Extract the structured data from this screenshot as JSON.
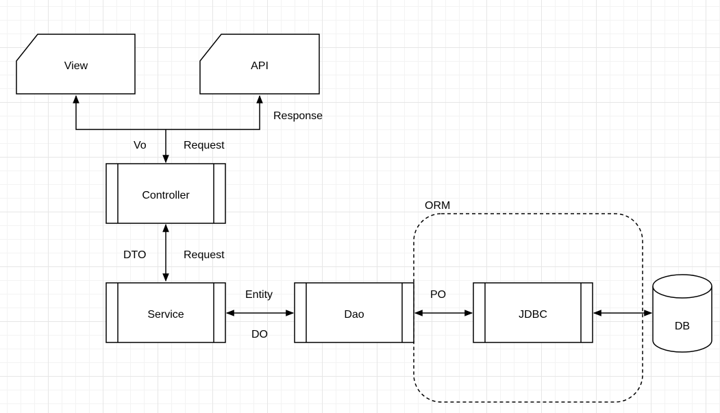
{
  "nodes": {
    "view": "View",
    "api": "API",
    "controller": "Controller",
    "service": "Service",
    "dao": "Dao",
    "jdbc": "JDBC",
    "db": "DB"
  },
  "group": {
    "orm": "ORM"
  },
  "edge_labels": {
    "response": "Response",
    "vo": "Vo",
    "request_top": "Request",
    "dto": "DTO",
    "request_mid": "Request",
    "entity": "Entity",
    "do": "DO",
    "po": "PO"
  }
}
